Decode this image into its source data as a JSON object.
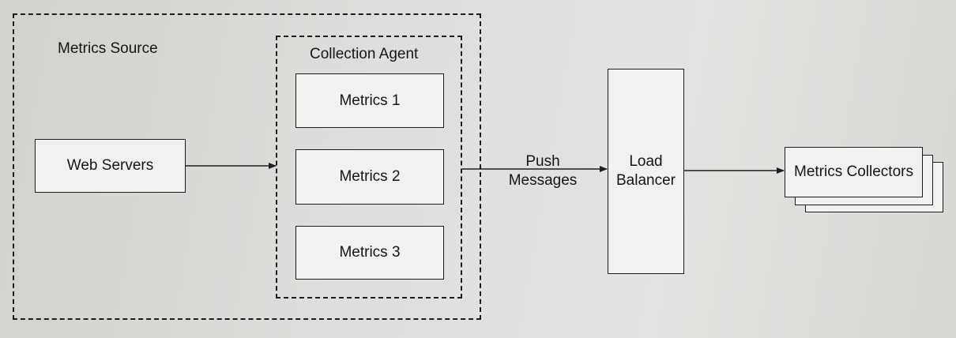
{
  "source_group": {
    "label": "Metrics Source"
  },
  "agent_group": {
    "label": "Collection Agent"
  },
  "nodes": {
    "web_servers": "Web Servers",
    "metrics_1": "Metrics 1",
    "metrics_2": "Metrics 2",
    "metrics_3": "Metrics 3",
    "load_balancer": [
      "Load",
      "Balancer"
    ],
    "collectors": "Metrics Collectors"
  },
  "edge_label": [
    "Push",
    "Messages"
  ]
}
